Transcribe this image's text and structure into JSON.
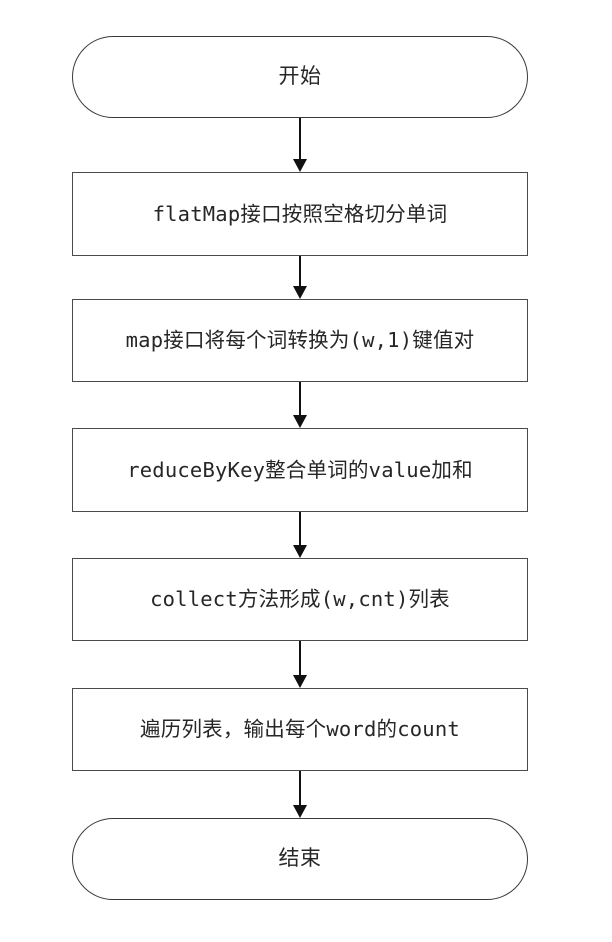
{
  "diagram": {
    "type": "flowchart",
    "orientation": "top-to-bottom",
    "background_color": "#ffffff",
    "node_border_color": "#3a3a3a",
    "text_color": "#262626",
    "connector_color": "#111111",
    "nodes": [
      {
        "id": "start",
        "shape": "stadium",
        "label": "开始"
      },
      {
        "id": "step1",
        "shape": "rectangle",
        "label": "flatMap接口按照空格切分单词"
      },
      {
        "id": "step2",
        "shape": "rectangle",
        "label": "map接口将每个词转换为(w,1)键值对"
      },
      {
        "id": "step3",
        "shape": "rectangle",
        "label": "reduceByKey整合单词的value加和"
      },
      {
        "id": "step4",
        "shape": "rectangle",
        "label": "collect方法形成(w,cnt)列表"
      },
      {
        "id": "step5",
        "shape": "rectangle",
        "label": "遍历列表，输出每个word的count"
      },
      {
        "id": "end",
        "shape": "stadium",
        "label": "结束"
      }
    ],
    "edges": [
      {
        "from": "start",
        "to": "step1",
        "arrow": "down-arrow"
      },
      {
        "from": "step1",
        "to": "step2",
        "arrow": "down-arrow"
      },
      {
        "from": "step2",
        "to": "step3",
        "arrow": "down-arrow"
      },
      {
        "from": "step3",
        "to": "step4",
        "arrow": "down-arrow"
      },
      {
        "from": "step4",
        "to": "step5",
        "arrow": "down-arrow"
      },
      {
        "from": "step5",
        "to": "end",
        "arrow": "down-arrow"
      }
    ]
  }
}
